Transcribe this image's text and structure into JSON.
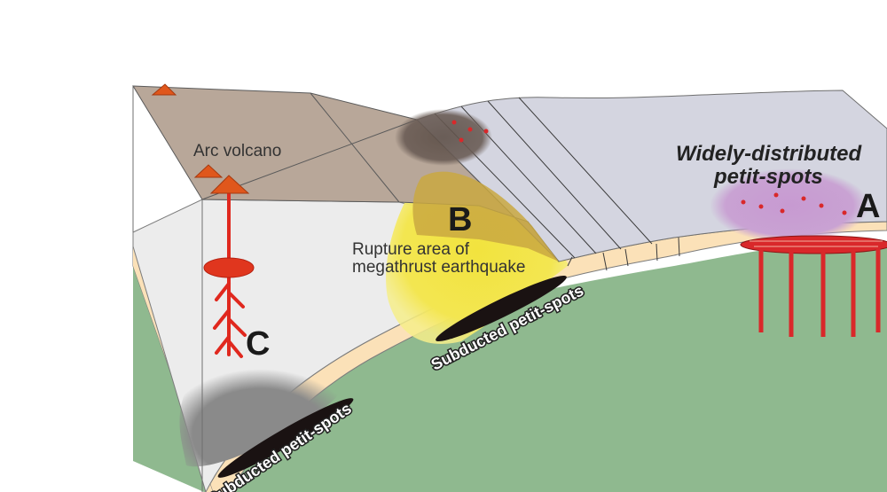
{
  "labels": {
    "arc_volcano": "Arc volcano",
    "rupture_area_line1": "Rupture area of",
    "rupture_area_line2": "megathrust earthquake",
    "widely_line1": "Widely-distributed",
    "widely_line2": "petit-spots",
    "subducted_upper": "Subducted petit-spots",
    "subducted_lower": "Subducted petit-spots",
    "letter_a": "A",
    "letter_b": "B",
    "letter_c": "C"
  },
  "colors": {
    "mantle_green": "#8fb98f",
    "crust_beige": "#fbe1b8",
    "ocean_floor": "#d4d5e0",
    "upper_plate_top": "#b8a799",
    "upper_plate_side": "#ececec",
    "rupture_yellow": "#f0e24a",
    "magma_red": "#d9282a",
    "volcano_orange": "#e0571c",
    "petit_spot_purple": "#c9a3d2",
    "subducted_black": "#1a1212"
  }
}
